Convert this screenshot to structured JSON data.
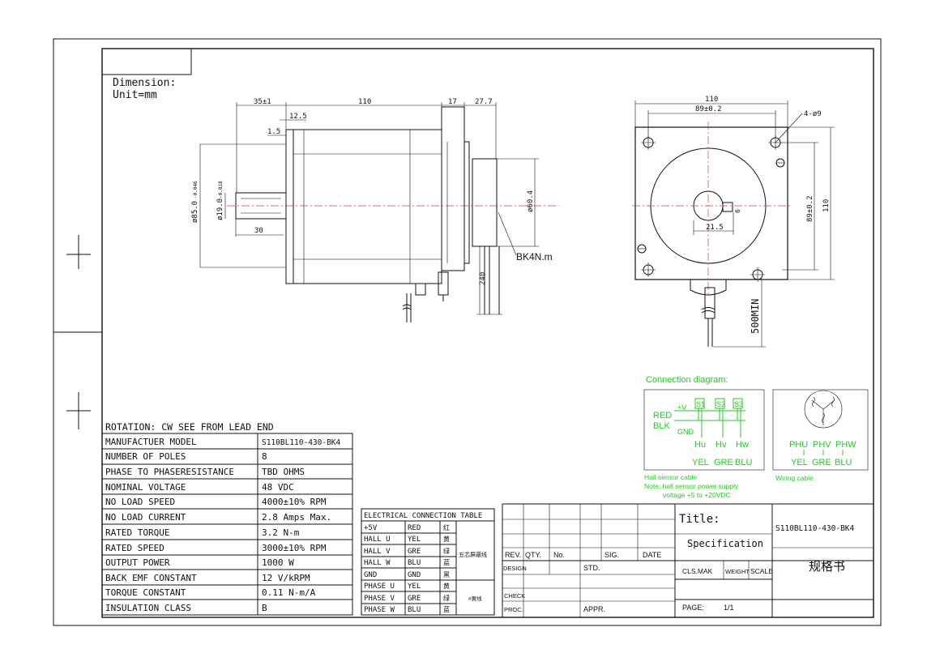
{
  "header": {
    "dimension_label": "Dimension:",
    "unit_label": "Unit=mm"
  },
  "side_view": {
    "dim_35": "35±1",
    "dim_110": "110",
    "dim_17": "17",
    "dim_27_7": "27.7",
    "dim_12_5": "12.5",
    "dim_1_5": "1.5",
    "dim_30": "30",
    "dim_dia85": "ø85.0",
    "dim_dia85_tol": "-0.046",
    "dim_dia19": "ø19.0",
    "dim_dia19_tol": "-0.018",
    "dim_dia60": "ø60.4",
    "dim_240": "240",
    "brake_label": "BK4N.m"
  },
  "front_view": {
    "dim_110_top": "110",
    "dim_89_top": "89±0.2",
    "dim_holes": "4-ø9",
    "dim_89_side": "89±0.2",
    "dim_110_side": "110",
    "dim_21_5": "21.5",
    "dim_6": "6",
    "dim_500": "500MIN"
  },
  "connection": {
    "title": "Connection diagram:",
    "plus_v": "+V",
    "red": "RED",
    "blk": "BLK",
    "gnd": "GND",
    "s1": "S1",
    "s2": "S2",
    "s3": "S3",
    "hu": "Hu",
    "hv": "Hv",
    "hw": "Hw",
    "yel": "YEL",
    "gre": "GRE",
    "blu": "BLU",
    "hall_cable": "Hall sensor cable",
    "note1": "Note: hall sensor power supply",
    "note2": "voltage +5 to +20VDC",
    "phu": "PHU",
    "phv": "PHV",
    "phw": "PHW",
    "yel2": "YEL",
    "gre2": "GRE",
    "blu2": "BLU",
    "wiring_cable": "Wiring cable"
  },
  "rotation": "ROTATION: CW SEE FROM LEAD END",
  "specs": [
    {
      "label": "MANUFACTUER MODEL",
      "value": "S110BL110-430-BK4"
    },
    {
      "label": "NUMBER OF POLES",
      "value": "8"
    },
    {
      "label": "PHASE TO PHASERESISTANCE",
      "value": "TBD OHMS"
    },
    {
      "label": "NOMINAL VOLTAGE",
      "value": "48 VDC"
    },
    {
      "label": "NO LOAD SPEED",
      "value": "4000±10% RPM"
    },
    {
      "label": "NO LOAD CURRENT",
      "value": "2.8 Amps Max."
    },
    {
      "label": "RATED TORQUE",
      "value": "3.2 N-m"
    },
    {
      "label": "RATED SPEED",
      "value": "3000±10% RPM"
    },
    {
      "label": "OUTPUT POWER",
      "value": "1000 W"
    },
    {
      "label": "BACK EMF CONSTANT",
      "value": "12 V/kRPM"
    },
    {
      "label": "TORQUE CONSTANT",
      "value": "0.11 N-m/A"
    },
    {
      "label": "INSULATION CLASS",
      "value": "B"
    }
  ],
  "electrical": {
    "title": "ELECTRICAL CONNECTION TABLE",
    "rows": [
      {
        "a": "+5V",
        "b": "RED",
        "c": "红"
      },
      {
        "a": "HALL U",
        "b": "YEL",
        "c": "黄"
      },
      {
        "a": "HALL V",
        "b": "GRE",
        "c": "绿"
      },
      {
        "a": "HALL W",
        "b": "BLU",
        "c": "蓝"
      },
      {
        "a": "GND",
        "b": "GND",
        "c": "黑"
      },
      {
        "a": "PHASE U",
        "b": "YEL",
        "c": "黄"
      },
      {
        "a": "PHASE V",
        "b": "GRE",
        "c": "绿"
      },
      {
        "a": "PHASE W",
        "b": "BLU",
        "c": "蓝"
      }
    ],
    "group1": "五芯屏蔽线",
    "group2": "#黄线"
  },
  "title_block": {
    "rev": "REV.",
    "qty": "QTY.",
    "no": "No.",
    "sig": "SIG.",
    "date": "DATE",
    "design": "DESIGN",
    "std": "STD.",
    "check": "CHECK",
    "proc": "PROC.",
    "appr": "APPR.",
    "title_label": "Title:",
    "title_value": "Specification",
    "model": "S110BL110-430-BK4",
    "cls": "CLS.MAK",
    "weight": "WEIGHT",
    "scale": "SCALE",
    "chinese_title": "规格书",
    "page_label": "PAGE:",
    "page_value": "1/1"
  }
}
